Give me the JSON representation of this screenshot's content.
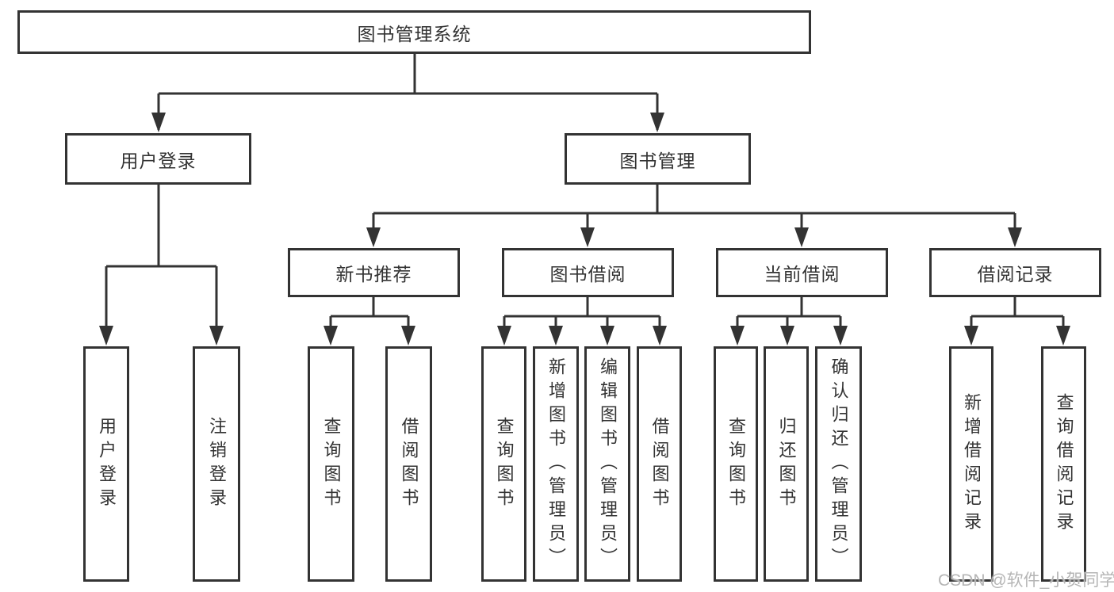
{
  "diagram": {
    "root": {
      "label": "图书管理系统"
    },
    "branches": [
      {
        "label": "用户登录",
        "children": [
          {
            "label": "用户登录"
          },
          {
            "label": "注销登录"
          }
        ]
      },
      {
        "label": "图书管理",
        "children": [
          {
            "label": "新书推荐",
            "children": [
              {
                "label": "查询图书"
              },
              {
                "label": "借阅图书"
              }
            ]
          },
          {
            "label": "图书借阅",
            "children": [
              {
                "label": "查询图书"
              },
              {
                "label": "新增图书（管理员）"
              },
              {
                "label": "编辑图书（管理员）"
              },
              {
                "label": "借阅图书"
              }
            ]
          },
          {
            "label": "当前借阅",
            "children": [
              {
                "label": "查询图书"
              },
              {
                "label": "归还图书"
              },
              {
                "label": "确认归还（管理员）"
              }
            ]
          },
          {
            "label": "借阅记录",
            "children": [
              {
                "label": "新增借阅记录"
              },
              {
                "label": "查询借阅记录"
              }
            ]
          }
        ]
      }
    ]
  },
  "watermark": {
    "text": "CSDN @软件_小贺同学"
  },
  "colors": {
    "line": "#333333",
    "box_border": "#333333",
    "text": "#333333",
    "watermark": "#b5b5b5",
    "background": "#ffffff"
  }
}
